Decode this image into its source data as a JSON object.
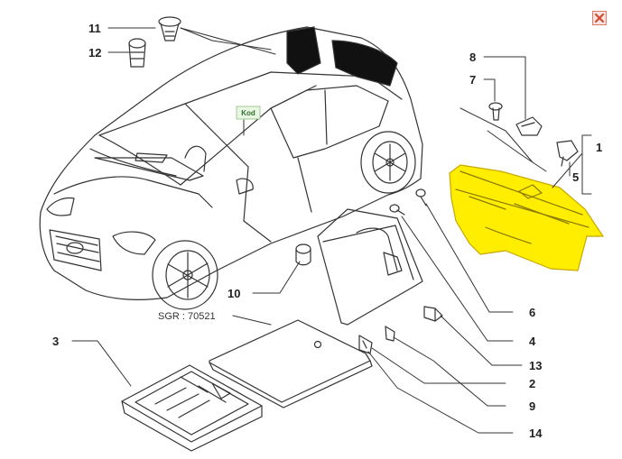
{
  "diagram": {
    "reference_code": "SGR : 70521",
    "tag_label": "Kod",
    "callouts": [
      "11",
      "12",
      "8",
      "7",
      "1",
      "5",
      "10",
      "6",
      "4",
      "13",
      "2",
      "9",
      "14",
      "3"
    ]
  },
  "colors": {
    "highlight": "#ffee00",
    "highlight_outline": "#c9a800",
    "line": "#333333",
    "close_icon": "#d04a34"
  },
  "icons": {
    "close": "close-icon"
  }
}
